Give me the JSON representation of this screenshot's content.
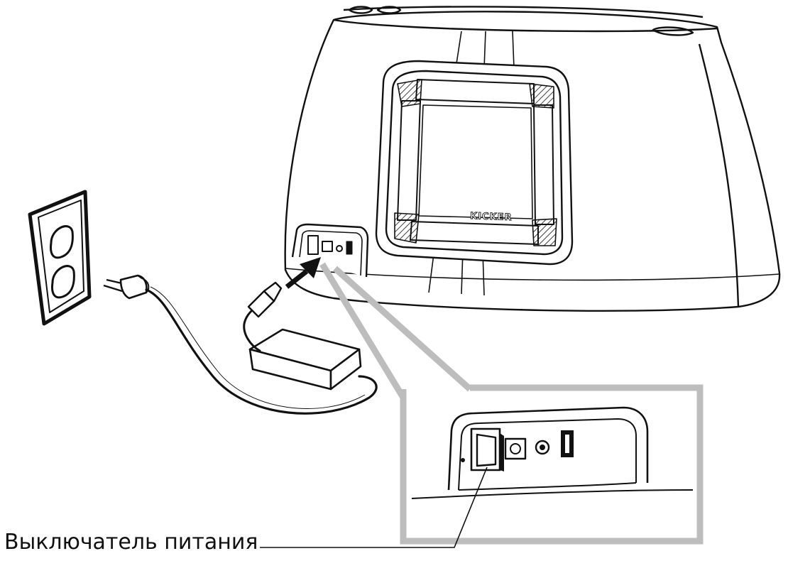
{
  "diagram": {
    "callouts": [
      {
        "label": "Выключатель питания",
        "target": "power-switch"
      }
    ],
    "logo_text": "KICKER",
    "colors": {
      "line": "#111111",
      "zoom_frame": "#bdbdbd",
      "background": "#ffffff"
    },
    "icons": {
      "outlet": "wall-outlet-icon",
      "plug": "power-plug-icon",
      "adapter": "power-adapter-icon",
      "arrow": "insert-arrow-icon"
    }
  }
}
